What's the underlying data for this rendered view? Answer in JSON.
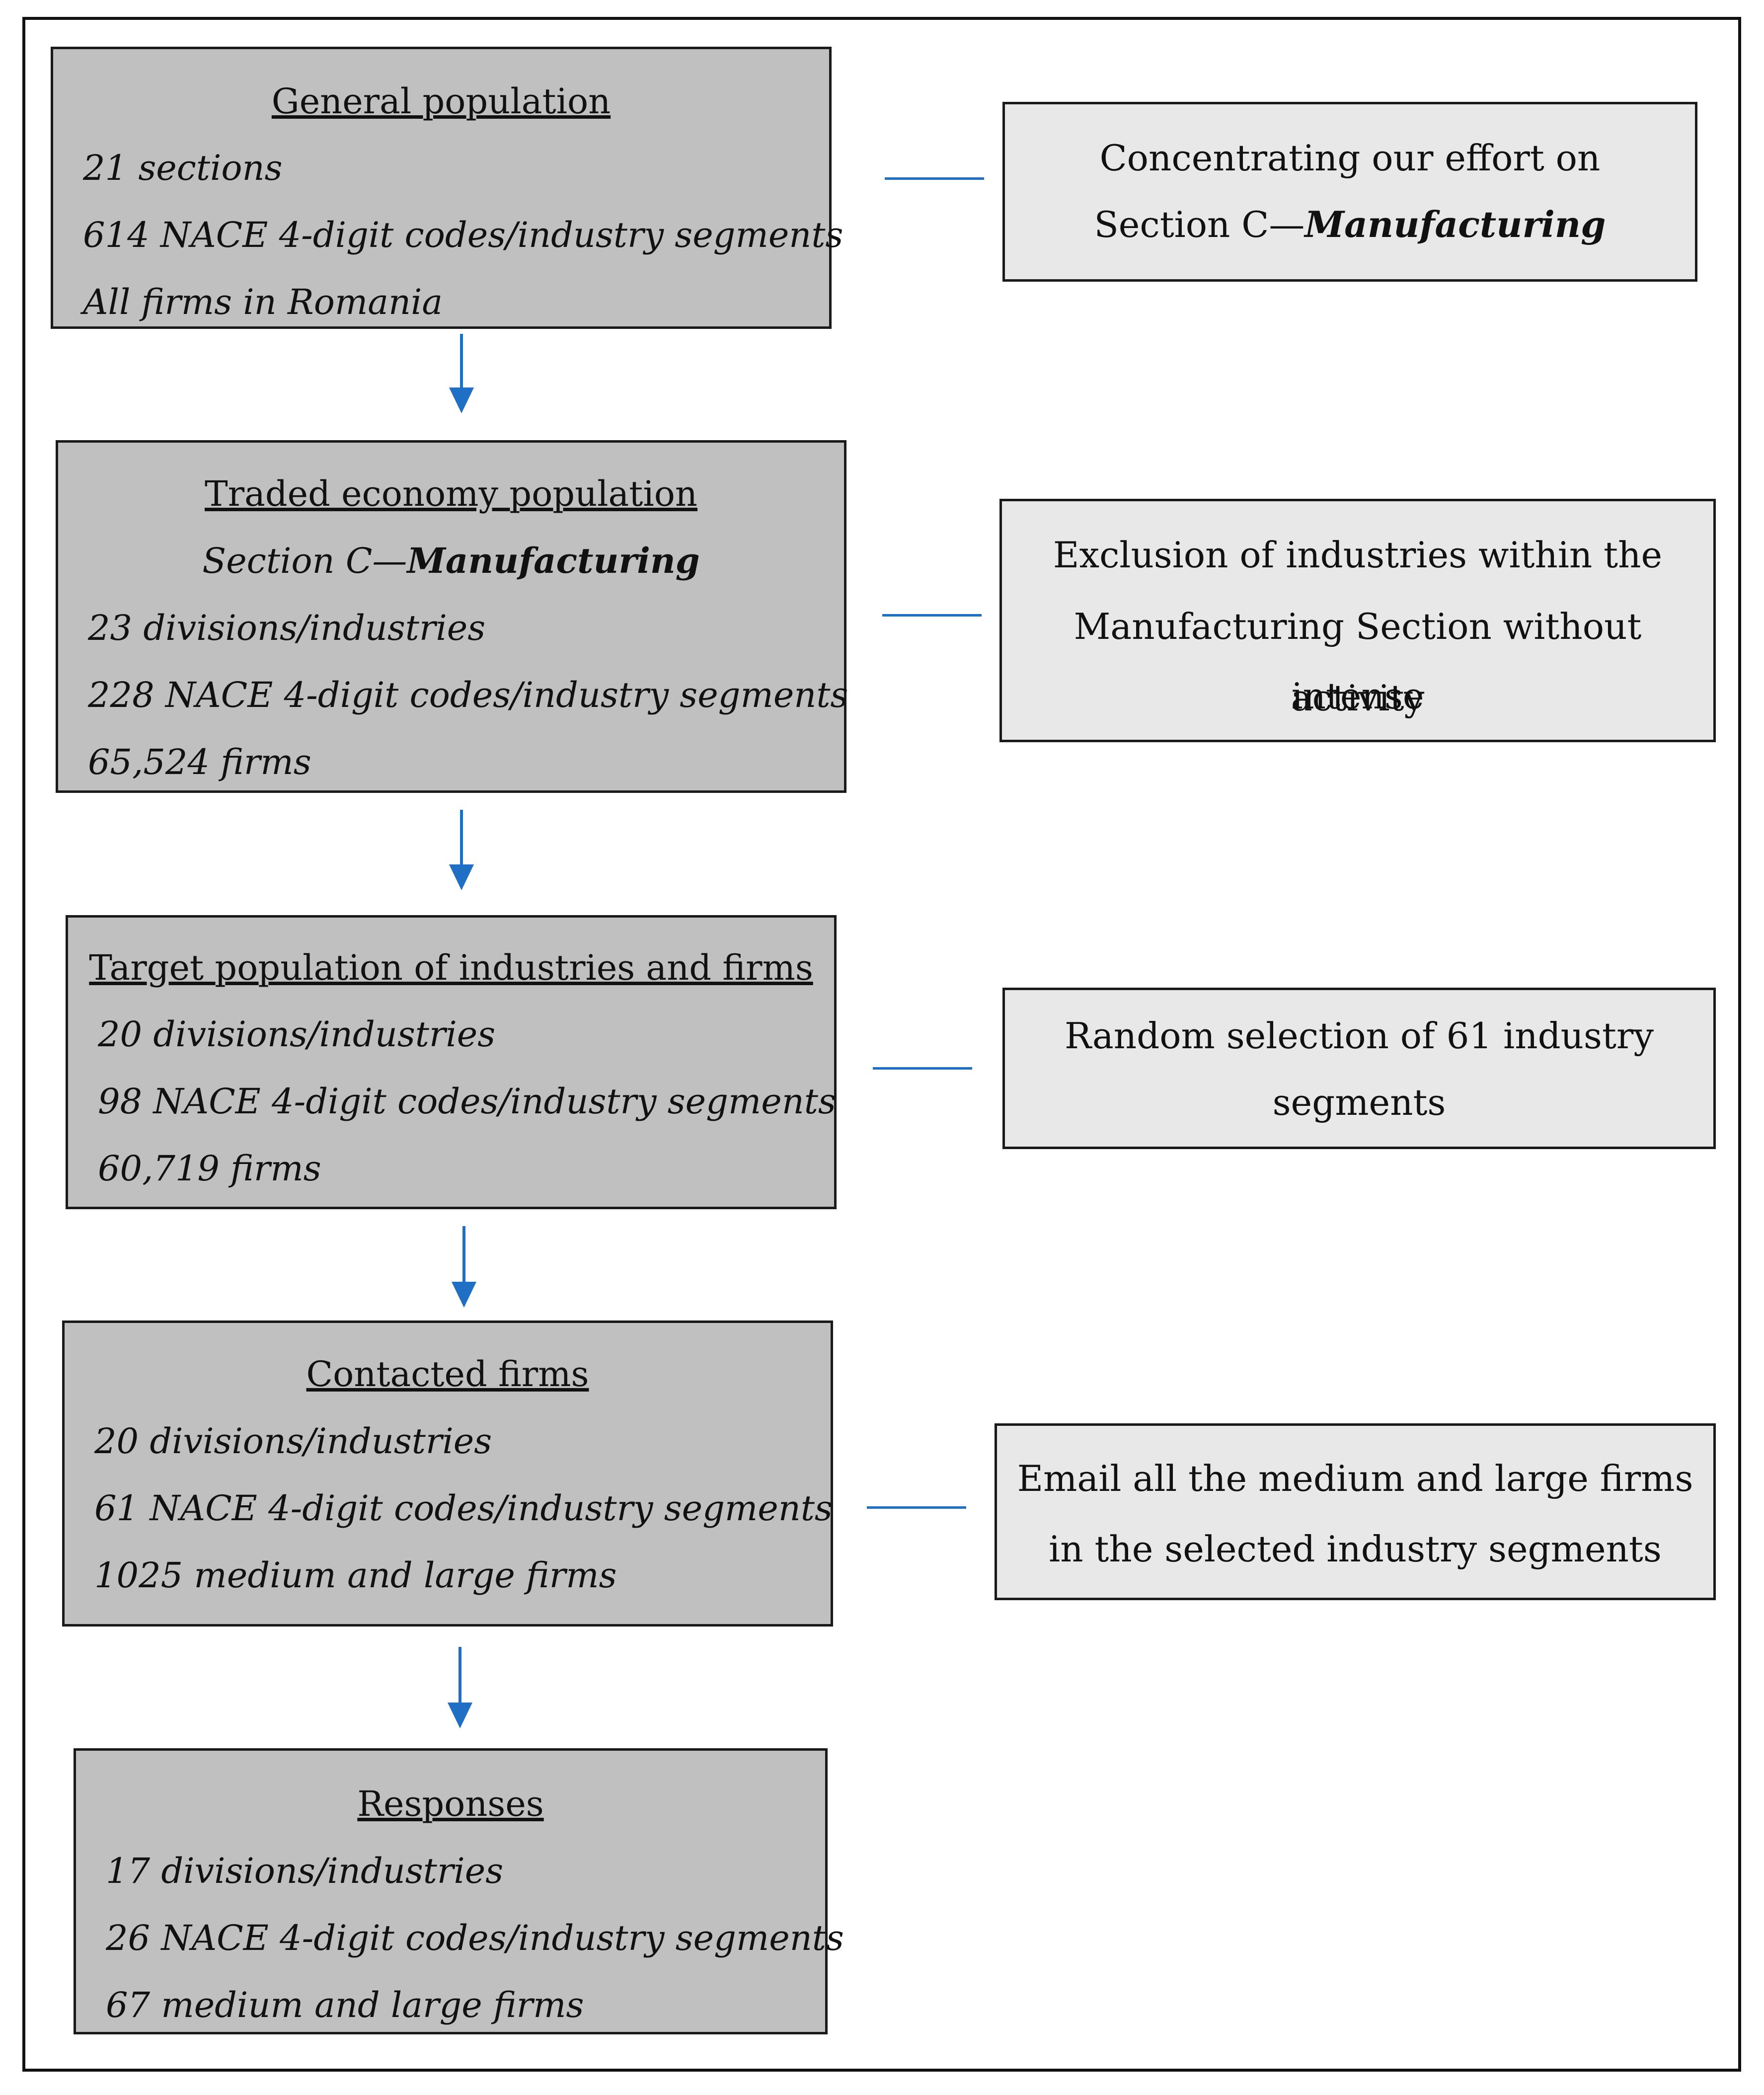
{
  "steps": [
    {
      "title": "General population",
      "lines": [
        "21 sections",
        "614 NACE 4-digit codes/industry segments",
        "All firms in Romania"
      ]
    },
    {
      "title": "Traded economy population",
      "subtitle_prefix": "Section C—",
      "subtitle_bold": "Manufacturing",
      "lines": [
        "23 divisions/industries",
        "228 NACE 4-digit codes/industry segments",
        "65,524 firms"
      ]
    },
    {
      "title": "Target population of industries and firms",
      "lines": [
        "20 divisions/industries",
        "98 NACE 4-digit codes/industry segments",
        "60,719 firms"
      ]
    },
    {
      "title": "Contacted firms",
      "lines": [
        "20 divisions/industries",
        "61 NACE 4-digit codes/industry segments",
        "1025 medium and large firms"
      ]
    },
    {
      "title": "Responses",
      "lines": [
        "17 divisions/industries",
        "26 NACE 4-digit codes/industry segments",
        "67 medium and large firms"
      ]
    }
  ],
  "notes": [
    {
      "line1": "Concentrating our effort on",
      "line2_prefix": "Section C—",
      "line2_bold": "Manufacturing"
    },
    {
      "line1": "Exclusion of industries within the",
      "line2": "Manufacturing Section without intense",
      "line3": "activity"
    },
    {
      "line1": "Random selection of 61 industry",
      "line2": "segments"
    },
    {
      "line1": "Email all the medium and large firms",
      "line2": "in the selected industry segments"
    }
  ],
  "colors": {
    "step_fill": "#c0c0c0",
    "note_fill": "#e8e8e8",
    "arrow": "#1f6fc4",
    "border": "#1a1a1a"
  }
}
